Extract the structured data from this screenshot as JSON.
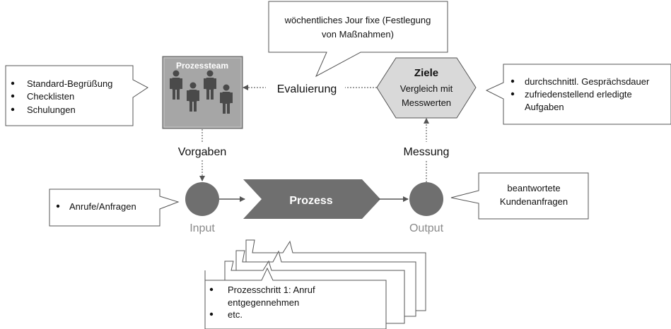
{
  "top_callout": {
    "line1": "wöchentliches Jour fixe (Festlegung",
    "line2": "von Maßnahmen)"
  },
  "left_callout": {
    "items": [
      "Standard-Begrüßung",
      "Checklisten",
      "Schulungen"
    ]
  },
  "right_callout": {
    "items": [
      "durchschnittl. Gesprächsdauer",
      "zufriedenstellend erledigte",
      "Aufgaben"
    ]
  },
  "team": {
    "title": "Prozessteam"
  },
  "labels": {
    "evaluierung": "Evaluierung",
    "vorgaben": "Vorgaben",
    "messung": "Messung",
    "input": "Input",
    "output": "Output",
    "prozess": "Prozess"
  },
  "ziele": {
    "title": "Ziele",
    "line1": "Vergleich mit",
    "line2": "Messwerten"
  },
  "input_callout": {
    "items": [
      "Anrufe/Anfragen"
    ]
  },
  "output_callout": {
    "line1": "beantwortete",
    "line2": "Kundenanfragen"
  },
  "steps_callout": {
    "item1_line1": "Prozesschritt 1: Anruf",
    "item1_line2": "entgegennehmen",
    "item2": "etc."
  },
  "colors": {
    "team_fill": "#a6a6a6",
    "hexagon_fill": "#d9d9d9",
    "circle_fill": "#6f6f6f",
    "process_fill": "#6f6f6f",
    "label_grey": "#8a8a8a"
  }
}
